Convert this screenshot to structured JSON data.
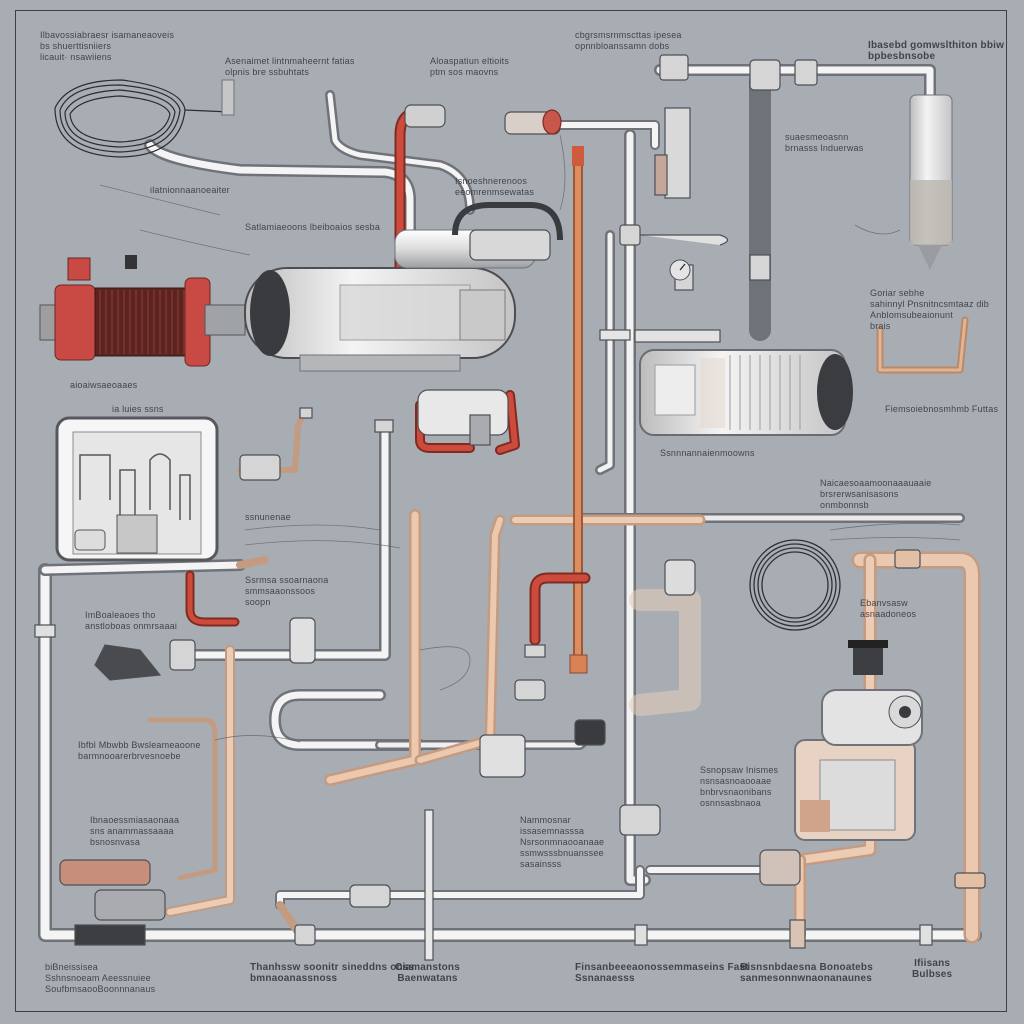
{
  "labels": {
    "top_left": "Ilbavossiabraesr isamaneaoveis\nbs shuerttisniiers\nlicauit· nsawiiens",
    "top_center_a": "Asenaimet lintnmaheernt fatias\nolpnis bre ssbuhtats",
    "top_center_b": "Aloaspatiun eltioits\nptm sos maovns",
    "top_center_c": "cbgrsmsrnmscttas ipesea\nopnnbloanssamn dobs",
    "top_right": "Ibasebd gomwslthiton bbiw\nbpbesbnsobe",
    "upper_right_note": "suaesmeoasnn\nbrnasss lnduerwas",
    "mid_left_a": "ilatnionnaanoeaiter",
    "mid_left_b": "Satlamiaeoons lbeiboaios sesba",
    "mid_center": "Isnoeshnerenoos\neeomrenmsewatas",
    "right_label_a": "Goriar sebhe\nsahinnyl Pnsnitncsmtaaz dib\nAnblomsubeaionunt\nbrais",
    "right_label_b": "Fiemsoiebnosmhmb Futtas",
    "left_small_a": "aioaiwsaeoaaes",
    "left_small_b": "ia luies ssns",
    "center_small": "Ssnnnannaienmoowns",
    "mid_right_a": "Naicaesoaamoonaaauaaie\nbrsrerwsanisasons\nonmbonnsb",
    "left_mid_a": "ssnunenae",
    "left_mid_b": "ImBoaleaoes tho\nanstloboas onmrsaaai",
    "center_mid_a": "Ssrmsa ssoarnaona\nsmmsaaonssoos\nsoopn",
    "right_mid_a": "Ebanvsasw\nasnaadoneos",
    "left_lower_a": "Ibfbl Mbwbb Bwsleameaoone\nbarmnooarerbrvesnoebe",
    "right_lower_a": "Ssnopsaw Inismes\nnsnsasnoaooaae\nbnbrvsnaonibans\nosnnsasbnaoa",
    "center_lower_a": "Nammosnar\nissasemnasssa\nNsrsonmnaooanaae\nssmwsssbnuanssee\nsasainsss",
    "left_bottom_a": "Ibnaoessmiasaonaaa\nsns anammassaaaa\nbsnosnvasa",
    "bottom_1": "Thanhssw soonitr sineddns onss\nbmnaoanassnoss",
    "bottom_2": "Ciamanstons\nBaenwatans",
    "bottom_3": "Finsanbeeeaonossemmaseins Fast\nSsnanaesss",
    "bottom_4": "Bisnsnbdaesna Bonoatebs\nsanmesonnwnaonanaunes",
    "bottom_5": "Ifiisans\nBulbses",
    "bottom_left": "biBneissisea\nSshnsnoeam Aeessnuiee\nSoufbmsaooBoonnnanaus"
  },
  "colors": {
    "background": "#a8adb4",
    "pipe_white": "#f2f2f2",
    "pipe_outline": "#6f7379",
    "pipe_red": "#c9453a",
    "pipe_peach": "#e8c3a8",
    "pipe_orange": "#d78155",
    "motor_red": "#c94a44"
  },
  "icons": [
    "motor-icon",
    "tank-icon",
    "filter-icon",
    "pump-icon",
    "valve-icon",
    "coil-icon",
    "gauge-icon"
  ]
}
